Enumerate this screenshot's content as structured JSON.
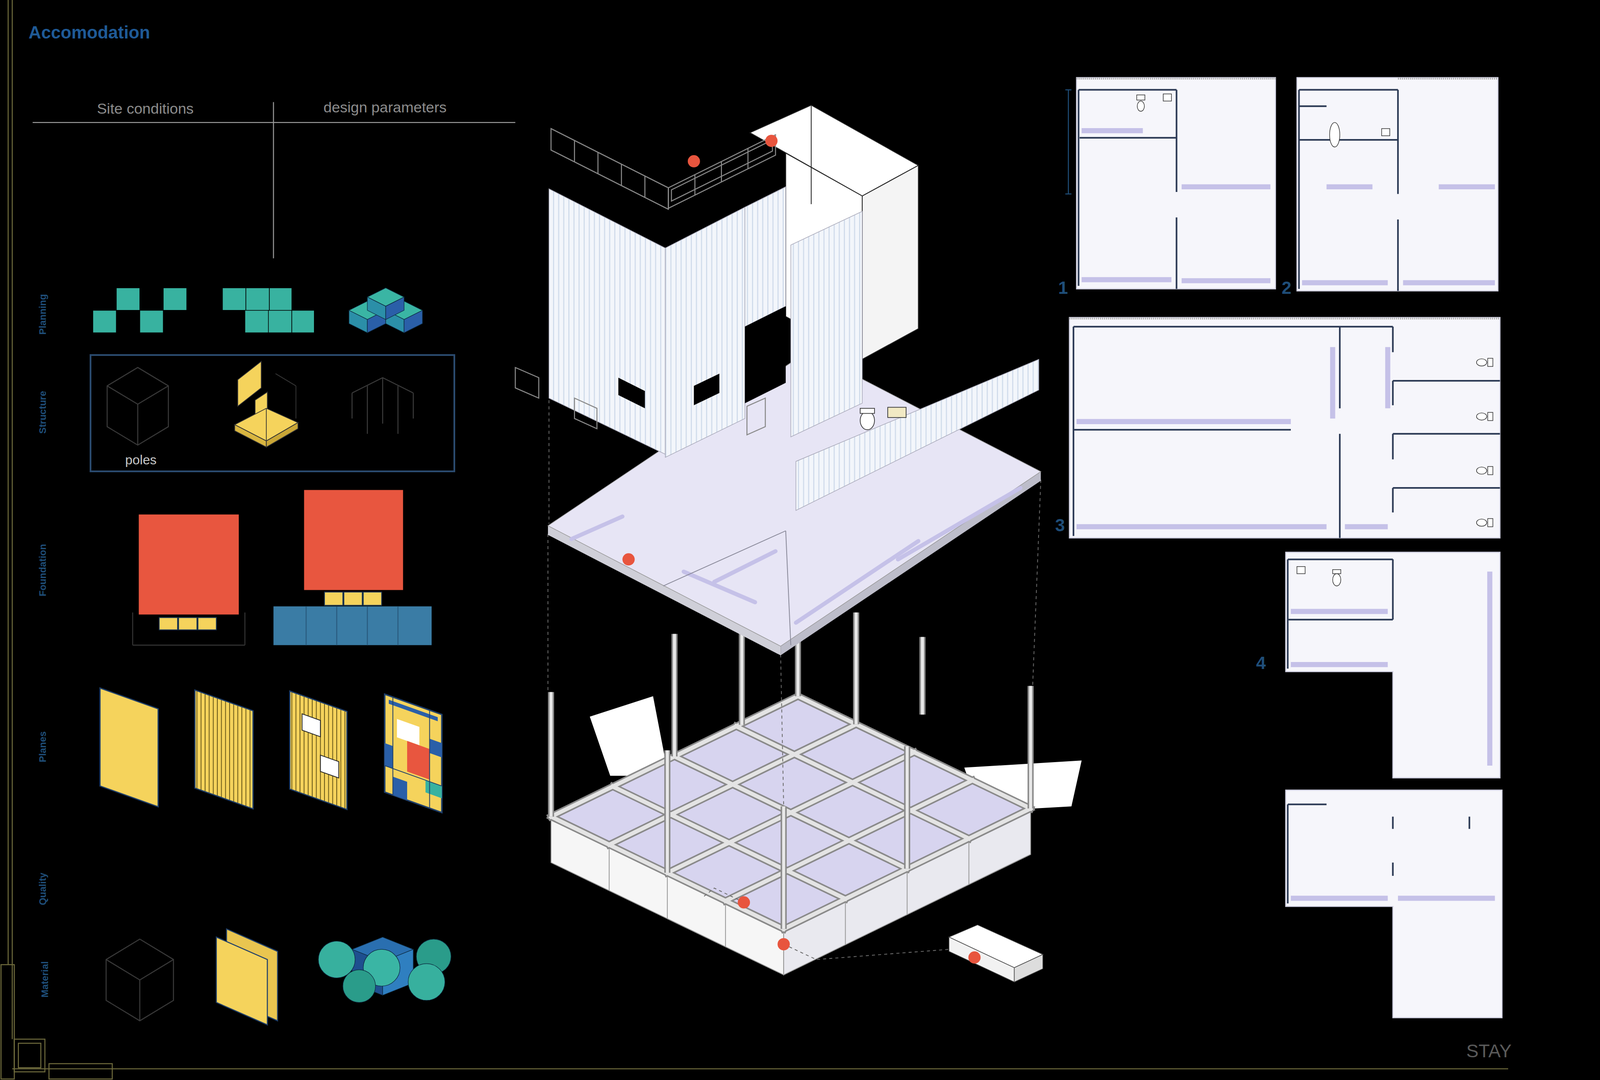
{
  "diagram": {
    "title": "Accomodation",
    "nodes": [
      {
        "text": [
          "poles"
        ]
      }
    ],
    "labels": [
      "Site conditions",
      "design parameters",
      "Planning",
      "Structure",
      "Foundation",
      "Planes",
      "Quality",
      "Material",
      "1",
      "2",
      "3",
      "4",
      "STAY"
    ]
  }
}
